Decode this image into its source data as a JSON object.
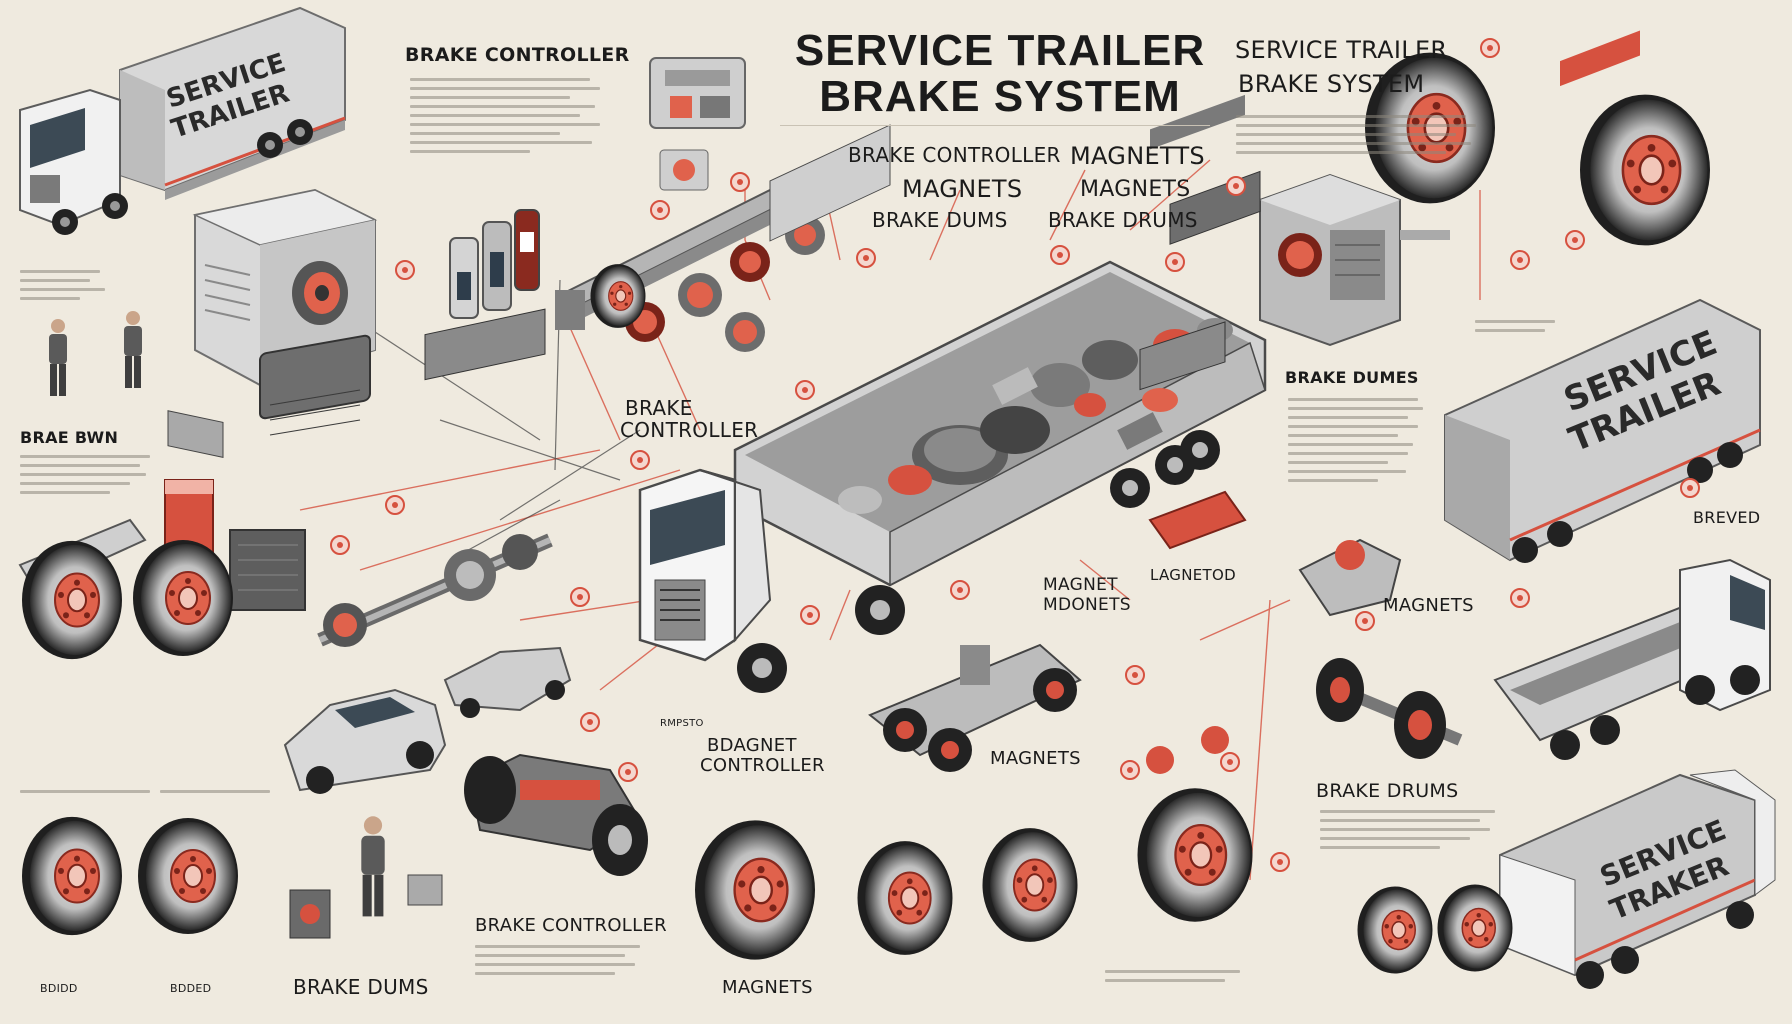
{
  "title": {
    "line1": "SERVICE TRAILER",
    "line2": "BRAKE SYSTEM"
  },
  "labels": {
    "tl_brake_controller": "BRAKE CONTROLLER",
    "tr_header_1": "SERVICE TRAILER",
    "tr_header_2": "BRAKE SYSTEM",
    "center_brake_controller": "BRAKE CONTROLLER",
    "center_magnets_1": "MAGNETTS",
    "center_magnets_2": "MAGNETS",
    "center_magnets_3": "MAGNETS",
    "center_brake_dums": "BRAKE DUMS",
    "center_brake_drums": "BRAKE DRUMS",
    "mid_brake_controller_1": "BRAKE",
    "mid_brake_controller_2": "CONTROLLER",
    "left_brae_bwn": "BRAE  BWN",
    "right_brake_dumes": "BRAKE DUMES",
    "right_breved": "BREVED",
    "magnet_mdonets_1": "MAGNET",
    "magnet_mdonets_2": "MDONETS",
    "lagnetod": "LAGNETOD",
    "right_magnets": "MAGNETS",
    "bdagnet_1": "BDAGNET",
    "bdagnet_2": "CONTROLLER",
    "bottom_magnets_mid": "MAGNETS",
    "bottom_brake_controller": "BRAKE CONTROLLER",
    "bottom_brake_dums": "BRAKE DUMS",
    "bottom_magnets": "MAGNETS",
    "right_brake_drums": "BRAKE DRUMS",
    "trailer_text_1": "SERVICE",
    "trailer_text_2": "TRAILER",
    "trailer_text_3": "SERVICE",
    "trailer_text_4": "TRAILER",
    "trailer_text_5": "SERVICE",
    "trailer_text_6": "TRAKER",
    "mini_1": "BDIDD",
    "mini_2": "BDDED",
    "mini_3": "RMPSTO"
  },
  "colors": {
    "background": "#efeadf",
    "accent_red": "#d6513f",
    "ink": "#1b1b1b",
    "metal": "#8f8f8f"
  },
  "icons": [
    "truck-icon",
    "brake-drum-icon",
    "controller-box-icon",
    "magnet-icon",
    "person-icon",
    "car-icon",
    "axle-icon"
  ]
}
